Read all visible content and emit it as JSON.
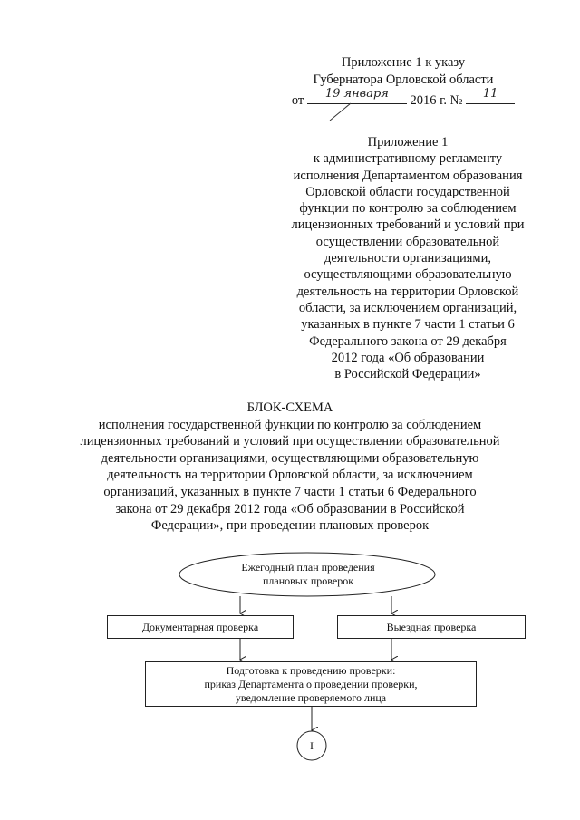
{
  "appendix_header": {
    "line1": "Приложение 1 к указу",
    "line2": "Губернатора Орловской области",
    "date_prefix": "от",
    "date_handwritten": "19 января",
    "date_middle": "2016 г. №",
    "number_handwritten": "11"
  },
  "regulation_appendix": {
    "lines": [
      "Приложение 1",
      "к административному регламенту",
      "исполнения Департаментом образования",
      "Орловской области государственной",
      "функции по контролю за соблюдением",
      "лицензионных требований и условий при",
      "осуществлении образовательной",
      "деятельности организациями,",
      "осуществляющими образовательную",
      "деятельность на территории Орловской",
      "области, за исключением организаций,",
      "указанных в пункте 7 части 1 статьи 6",
      "Федерального закона от 29 декабря",
      "2012 года «Об образовании",
      "в Российской Федерации»"
    ]
  },
  "scheme": {
    "heading": "БЛОК-СХЕМА",
    "lines": [
      "исполнения государственной функции по контролю за соблюдением",
      "лицензионных требований и условий при осуществлении образовательной",
      "деятельности организациями, осуществляющими образовательную",
      "деятельность на территории Орловской области, за исключением",
      "организаций, указанных в пункте 7 части 1 статьи 6 Федерального",
      "закона от 29 декабря 2012 года «Об образовании в Российской",
      "Федерации», при проведении плановых проверок"
    ]
  },
  "flowchart": {
    "start_ellipse": [
      "Ежегодный план проведения",
      "плановых проверок"
    ],
    "doc_check": "Документарная проверка",
    "field_check": "Выездная проверка",
    "preparation": [
      "Подготовка к проведению проверки:",
      "приказ Департамента о проведении проверки,",
      "уведомление проверяемого лица"
    ],
    "connector": "I"
  }
}
